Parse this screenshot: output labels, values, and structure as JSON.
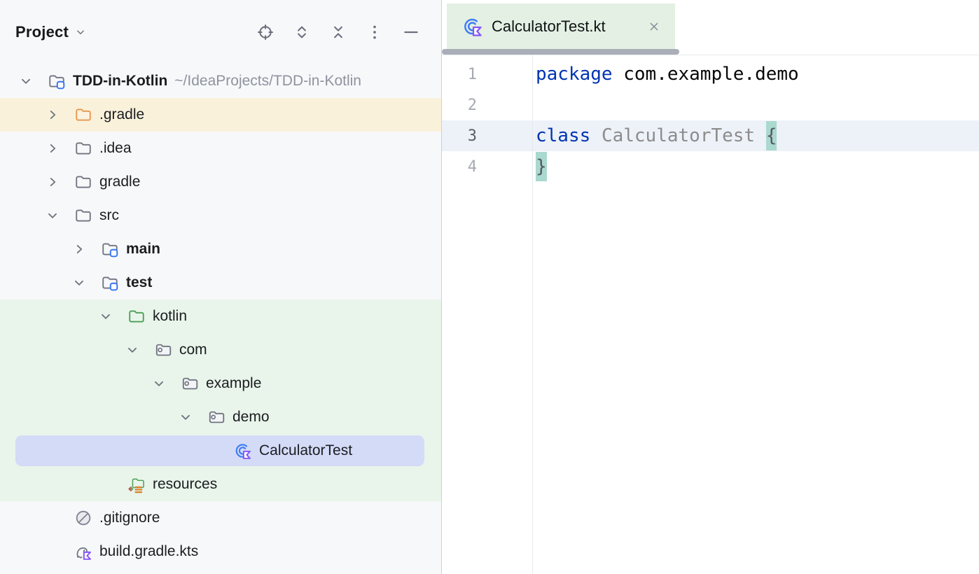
{
  "colors": {
    "keyword_blue": "#0033B3",
    "unused_gray": "#8C8C8C",
    "brace_highlight_bg": "#A9D9CF",
    "current_line_bg": "#EDF1F8",
    "excluded_row_bg": "#FAF1DB",
    "test_scope_bg": "#E9F5EA",
    "selected_row_bg": "#D3DBF7",
    "tab_bg": "#E3F0E3",
    "tab_underline": "#A9AEB9",
    "panel_bg": "#F7F8FA",
    "folder_orange": "#E8964A",
    "folder_green": "#4A9E55",
    "kotlin_purple": "#8655F6",
    "test_icon_blue": "#3F7DF6",
    "module_badge_blue": "#3574F0"
  },
  "project_panel": {
    "title": "Project",
    "toolbar_icons": [
      "locate-file-icon",
      "expand-all-icon",
      "collapse-all-icon",
      "more-vertical-icon",
      "hide-panel-icon"
    ],
    "tree": [
      {
        "label": "TDD-in-Kotlin",
        "path": "~/IdeaProjects/TDD-in-Kotlin",
        "level": 0,
        "chevron": "expanded",
        "icon": "project-folder-icon",
        "bold": true
      },
      {
        "label": ".gradle",
        "level": 1,
        "chevron": "collapsed",
        "icon": "excluded-folder-icon",
        "band": "yellow"
      },
      {
        "label": ".idea",
        "level": 1,
        "chevron": "collapsed",
        "icon": "folder-icon"
      },
      {
        "label": "gradle",
        "level": 1,
        "chevron": "collapsed",
        "icon": "folder-icon"
      },
      {
        "label": "src",
        "level": 1,
        "chevron": "expanded",
        "icon": "folder-icon"
      },
      {
        "label": "main",
        "level": 2,
        "chevron": "collapsed",
        "icon": "module-folder-icon",
        "bold": true
      },
      {
        "label": "test",
        "level": 2,
        "chevron": "expanded",
        "icon": "module-folder-icon",
        "bold": true
      },
      {
        "label": "kotlin",
        "level": 3,
        "chevron": "expanded",
        "icon": "test-sources-folder-icon",
        "band": "green"
      },
      {
        "label": "com",
        "level": 4,
        "chevron": "expanded",
        "icon": "package-icon",
        "band": "green"
      },
      {
        "label": "example",
        "level": 5,
        "chevron": "expanded",
        "icon": "package-icon",
        "band": "green"
      },
      {
        "label": "demo",
        "level": 6,
        "chevron": "expanded",
        "icon": "package-icon",
        "band": "green"
      },
      {
        "label": "CalculatorTest",
        "level": 7,
        "chevron": null,
        "icon": "kotlin-test-class-icon",
        "band": "green",
        "selected": true
      },
      {
        "label": "resources",
        "level": 3,
        "chevron": null,
        "icon": "test-resources-folder-icon",
        "band": "green"
      },
      {
        "label": ".gitignore",
        "level": 1,
        "chevron": null,
        "icon": "ignored-file-icon"
      },
      {
        "label": "build.gradle.kts",
        "level": 1,
        "chevron": null,
        "icon": "gradle-kts-file-icon"
      }
    ]
  },
  "editor": {
    "tab": {
      "label": "CalculatorTest.kt",
      "icon": "kotlin-test-class-icon",
      "close_icon": "close-icon"
    },
    "lines": [
      {
        "number": "1",
        "current": false,
        "tokens": [
          {
            "text": "package",
            "type": "keyword"
          },
          {
            "text": " com.example.demo",
            "type": "plain"
          }
        ]
      },
      {
        "number": "2",
        "current": false,
        "tokens": []
      },
      {
        "number": "3",
        "current": true,
        "tokens": [
          {
            "text": "class",
            "type": "keyword"
          },
          {
            "text": " ",
            "type": "plain"
          },
          {
            "text": "CalculatorTest",
            "type": "unused"
          },
          {
            "text": " ",
            "type": "plain"
          },
          {
            "text": "{",
            "type": "brace-highlight"
          }
        ]
      },
      {
        "number": "4",
        "current": false,
        "tokens": [
          {
            "text": "}",
            "type": "brace-highlight"
          }
        ]
      }
    ]
  }
}
